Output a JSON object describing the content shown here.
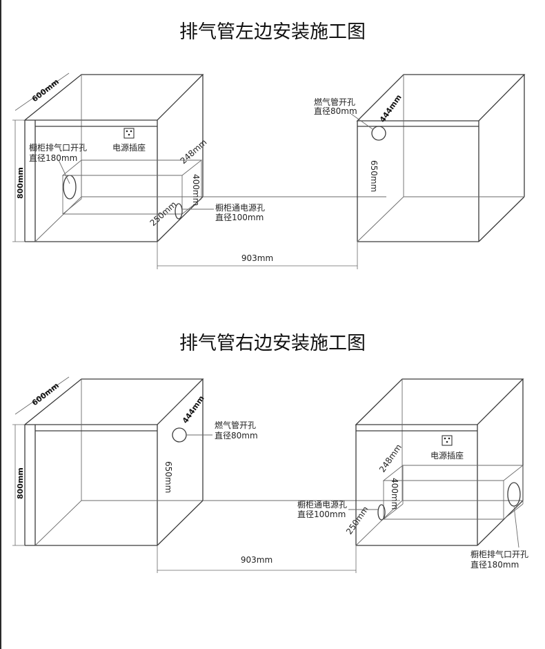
{
  "diagram_left": {
    "title": "排气管左边安装施工图",
    "dim_depth": "600mm",
    "dim_height": "800mm",
    "socket_label": "电源插座",
    "vent_label_1": "橱柜排气口开孔",
    "vent_label_2": "直径180mm",
    "dim_248": "248mm",
    "dim_400": "400mm",
    "dim_250": "250mm",
    "power_hole_1": "橱柜通电源孔",
    "power_hole_2": "直径100mm",
    "gas_label_1": "燃气管开孔",
    "gas_label_2": "直径80mm",
    "dim_444": "444mm",
    "dim_650": "650mm",
    "dim_903": "903mm"
  },
  "diagram_right": {
    "title": "排气管右边安装施工图",
    "dim_depth": "600mm",
    "dim_height": "800mm",
    "dim_444": "444mm",
    "gas_label_1": "燃气管开孔",
    "gas_label_2": "直径80mm",
    "dim_650": "650mm",
    "socket_label": "电源插座",
    "dim_248": "248mm",
    "dim_400": "400mm",
    "power_hole_1": "橱柜通电源孔",
    "power_hole_2": "直径100mm",
    "dim_250": "250mm",
    "vent_label_1": "橱柜排气口开孔",
    "vent_label_2": "直径180mm",
    "dim_903": "903mm"
  },
  "colors": {
    "line": "#3a3a3a",
    "text": "#111111",
    "background": "#ffffff"
  }
}
